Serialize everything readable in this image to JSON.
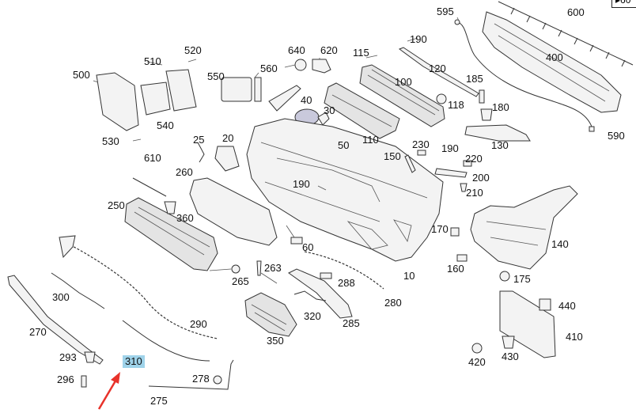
{
  "corner_label": "60",
  "labels": {
    "l600": "600",
    "l595": "595",
    "l190a": "190",
    "l400": "400",
    "l590": "590",
    "l500": "500",
    "l510": "510",
    "l520": "520",
    "l540": "540",
    "l530": "530",
    "l550": "550",
    "l560": "560",
    "l640": "640",
    "l620": "620",
    "l115": "115",
    "l120": "120",
    "l100": "100",
    "l185": "185",
    "l118": "118",
    "l180": "180",
    "l130": "130",
    "l40": "40",
    "l30": "30",
    "l50": "50",
    "l110": "110",
    "l25": "25",
    "l20": "20",
    "l260": "260",
    "l610": "610",
    "l250": "250",
    "l360": "360",
    "l190b": "190",
    "l150": "150",
    "l230": "230",
    "l190c": "190",
    "l220": "220",
    "l200": "200",
    "l210": "210",
    "l170": "170",
    "l140": "140",
    "l160": "160",
    "l175": "175",
    "l60": "60",
    "l263": "263",
    "l265": "265",
    "l288": "288",
    "l10": "10",
    "l280": "280",
    "l300": "300",
    "l290": "290",
    "l270": "270",
    "l320": "320",
    "l285": "285",
    "l350": "350",
    "l440": "440",
    "l410": "410",
    "l420": "420",
    "l430": "430",
    "l293": "293",
    "l310": "310",
    "l296": "296",
    "l278": "278",
    "l275": "275"
  },
  "highlight_color": "#9fd3ea",
  "arrow_color": "#e8322a"
}
